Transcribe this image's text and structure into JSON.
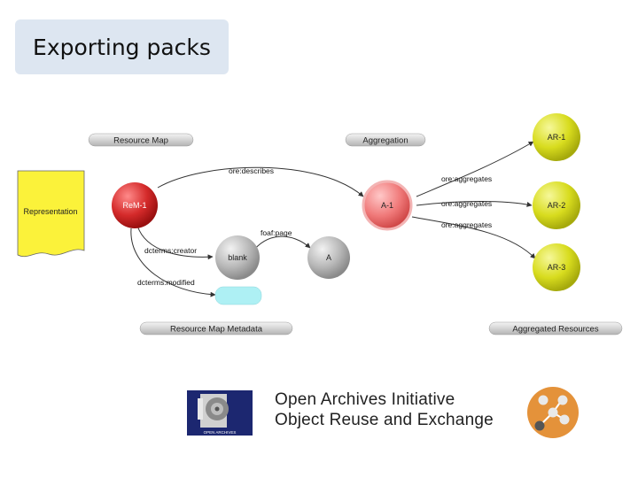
{
  "slide": {
    "title": "Exporting packs"
  },
  "diagram": {
    "labels": {
      "resource_map": "Resource Map",
      "aggregation": "Aggregation",
      "resource_map_metadata": "Resource Map Metadata",
      "aggregated_resources": "Aggregated Resources"
    },
    "nodes": {
      "representation": "Representation",
      "rem": "ReM-1",
      "aggregation": "A-1",
      "blank": "blank",
      "agent": "A",
      "ar1": "AR-1",
      "ar2": "AR-2",
      "ar3": "AR-3"
    },
    "edges": {
      "describes": "ore:describes",
      "aggregates_1": "ore:aggregates",
      "aggregates_2": "ore:aggregates",
      "aggregates_3": "ore:aggregates",
      "creator": "dcterms:creator",
      "modified": "dcterms:modified",
      "foaf_page": "foaf:page"
    }
  },
  "footer": {
    "line1": "Open Archives Initiative",
    "line2": "Object Reuse and Exchange",
    "logo_caption": "OPEN ARCHIVES"
  },
  "colors": {
    "title_bg": "#dde6f1",
    "rem_red": "#d42a2a",
    "aggregation_pink": "#f07a7a",
    "resource_yellow": "#d8dc1e",
    "representation_yellow": "#fbf23a",
    "blank_grey": "#b0b0b0",
    "literal_cyan": "#aef0f4",
    "ore_logo_orange": "#e4923a"
  }
}
